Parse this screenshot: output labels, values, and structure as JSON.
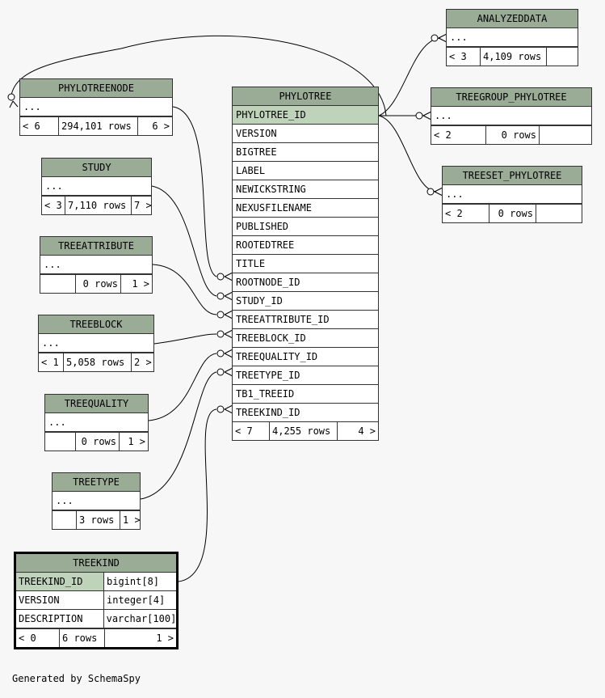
{
  "tables": {
    "phylotree": {
      "name": "PHYLOTREE",
      "columns": [
        "PHYLOTREE_ID",
        "VERSION",
        "BIGTREE",
        "LABEL",
        "NEWICKSTRING",
        "NEXUSFILENAME",
        "PUBLISHED",
        "ROOTEDTREE",
        "TITLE",
        "ROOTNODE_ID",
        "STUDY_ID",
        "TREEATTRIBUTE_ID",
        "TREEBLOCK_ID",
        "TREEQUALITY_ID",
        "TREETYPE_ID",
        "TB1_TREEID",
        "TREEKIND_ID"
      ],
      "stats": [
        "< 7",
        "4,255 rows",
        "4 >"
      ]
    },
    "analyzeddata": {
      "name": "ANALYZEDDATA",
      "ellipsis": "...",
      "stats": [
        "< 3",
        "4,109 rows",
        ""
      ]
    },
    "treegroup_phylotree": {
      "name": "TREEGROUP_PHYLOTREE",
      "ellipsis": "...",
      "stats": [
        "< 2",
        "0 rows",
        ""
      ]
    },
    "treeset_phylotree": {
      "name": "TREESET_PHYLOTREE",
      "ellipsis": "...",
      "stats": [
        "< 2",
        "0 rows",
        ""
      ]
    },
    "phylotreenode": {
      "name": "PHYLOTREENODE",
      "ellipsis": "...",
      "stats": [
        "< 6",
        "294,101 rows",
        "6 >"
      ]
    },
    "study": {
      "name": "STUDY",
      "ellipsis": "...",
      "stats": [
        "< 3",
        "7,110 rows",
        "7 >"
      ]
    },
    "treeattribute": {
      "name": "TREEATTRIBUTE",
      "ellipsis": "...",
      "stats": [
        "",
        "0 rows",
        "1 >"
      ]
    },
    "treeblock": {
      "name": "TREEBLOCK",
      "ellipsis": "...",
      "stats": [
        "< 1",
        "5,058 rows",
        "2 >"
      ]
    },
    "treequality": {
      "name": "TREEQUALITY",
      "ellipsis": "...",
      "stats": [
        "",
        "0 rows",
        "1 >"
      ]
    },
    "treetype": {
      "name": "TREETYPE",
      "ellipsis": "...",
      "stats": [
        "",
        "3 rows",
        "1 >"
      ]
    },
    "treekind": {
      "name": "TREEKIND",
      "columns": [
        [
          "TREEKIND_ID",
          "bigint[8]"
        ],
        [
          "VERSION",
          "integer[4]"
        ],
        [
          "DESCRIPTION",
          "varchar[100]"
        ]
      ],
      "stats": [
        "< 0",
        "6 rows",
        "1 >"
      ]
    }
  },
  "footer": "Generated by SchemaSpy"
}
